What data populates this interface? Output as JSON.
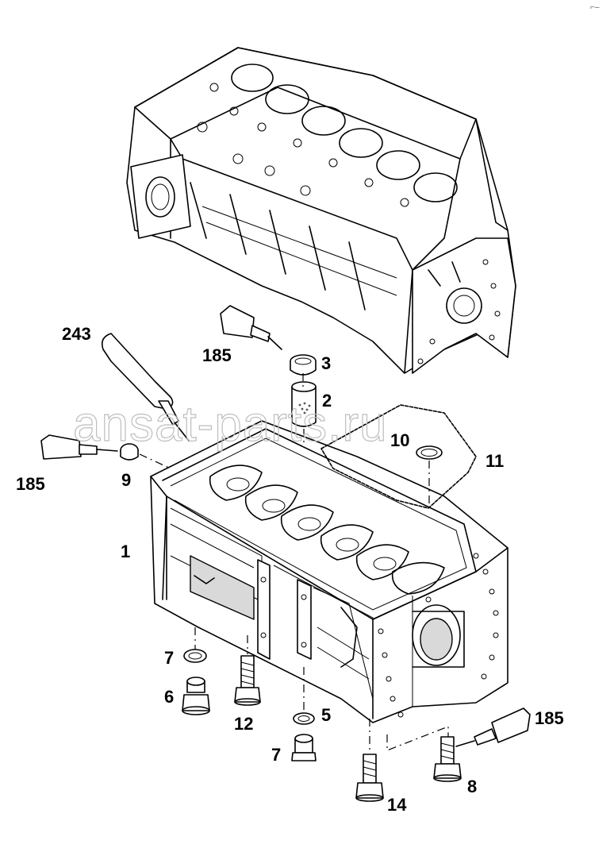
{
  "callouts": {
    "c243": "243",
    "c185_top": "185",
    "c3": "3",
    "c2": "2",
    "c10": "10",
    "c11": "11",
    "c185_left": "185",
    "c9": "9",
    "c1": "1",
    "c7_left": "7",
    "c6": "6",
    "c12": "12",
    "c5": "5",
    "c7_bottom": "7",
    "c185_right": "185",
    "c14": "14",
    "c8": "8"
  },
  "watermark": "ansat-parts.ru",
  "corner_mark": "⌐–"
}
